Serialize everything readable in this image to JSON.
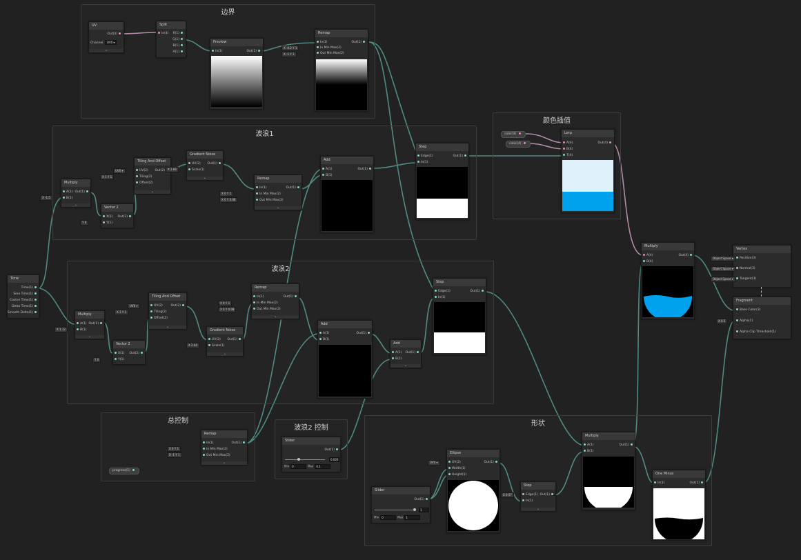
{
  "groups": {
    "border": "边界",
    "wave1": "波浪1",
    "wave2": "波浪2",
    "color_lerp": "颜色插值",
    "master": "总控制",
    "wave2_control": "波浪2 控制",
    "shape": "形状"
  },
  "nodes": {
    "uv": {
      "title": "UV",
      "out": "Out(4)",
      "channel_label": "Channel",
      "channel_value": "UV0"
    },
    "split": {
      "title": "Split",
      "in": "In(4)",
      "r": "R(1)",
      "g": "G(1)",
      "b": "B(1)",
      "a": "A(1)"
    },
    "preview": {
      "title": "Preview",
      "in": "In(1)",
      "out": "Out(1)"
    },
    "remap_top": {
      "title": "Remap",
      "in": "In(1)",
      "in_minmax": "In Min Max(2)",
      "out_minmax": "Out Min Max(2)",
      "out": "Out(1)",
      "in_x": "-0.2",
      "in_y": "1",
      "out_x": "-1",
      "out_y": "1"
    },
    "lerp": {
      "title": "Lerp",
      "a": "A(4)",
      "b": "B(4)",
      "t": "T(4)",
      "out": "Out(4)"
    },
    "color_a": "color(4)",
    "color_b": "color(4)",
    "multiply_w1": {
      "title": "Multiply",
      "a": "A(1)",
      "b": "B(1)",
      "out": "Out(1)",
      "b_val": "-1.5"
    },
    "vector2_w1": {
      "title": "Vector 2",
      "x": "X(1)",
      "y": "Y(1)",
      "out": "Out(2)",
      "y_val": "0"
    },
    "tiling_w1": {
      "title": "Tiling And Offset",
      "uv": "UV(2)",
      "tiling": "Tiling(2)",
      "offset": "Offset(2)",
      "out": "Out(2)",
      "uv_val": "UV0",
      "tx": "1",
      "ty": "1"
    },
    "noise_w1": {
      "title": "Gradient Noise",
      "uv": "UV(2)",
      "scale": "Scale(1)",
      "out": "Out(1)",
      "scale_val": "2.66"
    },
    "remap_w1": {
      "title": "Remap",
      "in": "In(1)",
      "in_minmax": "In Min Max(2)",
      "out_minmax": "Out Min Max(2)",
      "out": "Out(1)",
      "ix": "0",
      "iy": "1",
      "ox": "0",
      "oy": "0.08"
    },
    "add_w1": {
      "title": "Add",
      "a": "A(1)",
      "b": "B(1)",
      "out": "Out(1)"
    },
    "step_w1": {
      "title": "Step",
      "edge": "Edge(1)",
      "in": "In(1)",
      "out": "Out(1)"
    },
    "time": {
      "title": "Time",
      "rows": [
        "Time(1)",
        "Sine Time(1)",
        "Cosine Time(1)",
        "Delta Time(1)",
        "Smooth Delta(1)"
      ]
    },
    "multiply_w2": {
      "title": "Multiply",
      "a": "A(1)",
      "b": "B(1)",
      "out": "Out(1)",
      "b_val": "1.12"
    },
    "vector2_w2": {
      "title": "Vector 2",
      "x": "X(1)",
      "y": "Y(1)",
      "out": "Out(2)",
      "y_val": "0"
    },
    "tiling_w2": {
      "title": "Tiling And Offset",
      "uv": "UV(2)",
      "tiling": "Tiling(2)",
      "offset": "Offset(2)",
      "out": "Out(2)",
      "uv_val": "UV0",
      "tx": "1",
      "ty": "1"
    },
    "noise_w2": {
      "title": "Gradient Noise",
      "uv": "UV(2)",
      "scale": "Scale(1)",
      "out": "Out(1)",
      "scale_val": "2.44"
    },
    "remap_w2": {
      "title": "Remap",
      "in": "In(1)",
      "in_minmax": "In Min Max(2)",
      "out_minmax": "Out Min Max(2)",
      "out": "Out(1)",
      "ix": "0",
      "iy": "1",
      "ox": "0",
      "oy": "0.08"
    },
    "add_w2": {
      "title": "Add",
      "a": "A(1)",
      "b": "B(1)",
      "out": "Out(1)"
    },
    "add_w2b": {
      "title": "Add",
      "a": "A(1)",
      "b": "B(1)",
      "out": "Out(1)"
    },
    "step_w2": {
      "title": "Step",
      "edge": "Edge(1)",
      "in": "In(1)",
      "out": "Out(1)"
    },
    "remap_master": {
      "title": "Remap",
      "in": "In(1)",
      "in_minmax": "In Min Max(2)",
      "out_minmax": "Out Min Max(2)",
      "out": "Out(1)",
      "ix": "0",
      "iy": "1",
      "ox": "-1",
      "oy": "1"
    },
    "progress": "progress(1)",
    "slider_w2c": {
      "title": "Slider",
      "out": "Out(1)",
      "value": "0.020",
      "min_label": "Min",
      "min": "0",
      "max_label": "Max",
      "max": "0.1"
    },
    "multiply_main": {
      "title": "Multiply",
      "a": "A(4)",
      "b": "B(4)",
      "out": "Out(4)"
    },
    "vertex": {
      "title": "Vertex",
      "pos": "Position(3)",
      "normal": "Normal(3)",
      "tangent": "Tangent(3)",
      "space": "Object Space"
    },
    "fragment": {
      "title": "Fragment",
      "base": "Base Color(3)",
      "alpha": "Alpha(1)",
      "clip": "Alpha Clip Threshold(1)",
      "clip_val": "0.5"
    },
    "ellipse": {
      "title": "Ellipse",
      "uv": "UV(2)",
      "width": "Width(1)",
      "height": "Height(1)",
      "out": "Out(1)",
      "uv_val": "UV0"
    },
    "slider_shape": {
      "title": "Slider",
      "out": "Out(1)",
      "value": "1",
      "min_label": "Min",
      "min": "0",
      "max_label": "Max",
      "max": "1"
    },
    "step_shape": {
      "title": "Step",
      "edge": "Edge(1)",
      "in": "In(1)",
      "out": "Out(1)",
      "edge_val": "0.07"
    },
    "multiply_shape": {
      "title": "Multiply",
      "a": "A(1)",
      "b": "B(1)",
      "out": "Out(1)"
    },
    "oneminus": {
      "title": "One Minus",
      "in": "In(1)",
      "out": "Out(1)"
    }
  },
  "colors": {
    "wire": "#4f8a83",
    "wire_pink": "#b38aa6",
    "water": "#00a2ee",
    "water_light": "#dff2fb",
    "background": "#212121"
  }
}
